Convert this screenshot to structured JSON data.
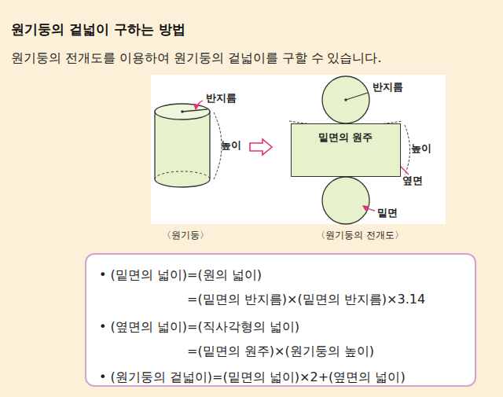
{
  "diagram": {
    "title": "원기둥의 겉넓이 구하는 방법",
    "nodes": [
      {
        "text": [
          "밑면의 원주"
        ]
      },
      {
        "text": [
          "• (밑면의 넓이)=(원의 넓이)",
          "=(밑면의 반지름)×(밑면의 반지름)×3.14",
          "• (옆면의 넓이)=(직사각형의 넓이)",
          "=(밑면의 원주)×(원기둥의 높이)",
          "• (원기둥의 겉넓이)=(밑면의 넓이)×2+(옆면의 넓이)"
        ]
      }
    ],
    "labels": [
      "원기둥의 전개도를 이용하여 원기둥의 겉넓이를 구할 수 있습니다.",
      "반지름",
      "높이",
      "반지름",
      "높이",
      "옆면",
      "밑면",
      "〈원기둥〉",
      "〈원기둥의 전개도〉"
    ]
  }
}
